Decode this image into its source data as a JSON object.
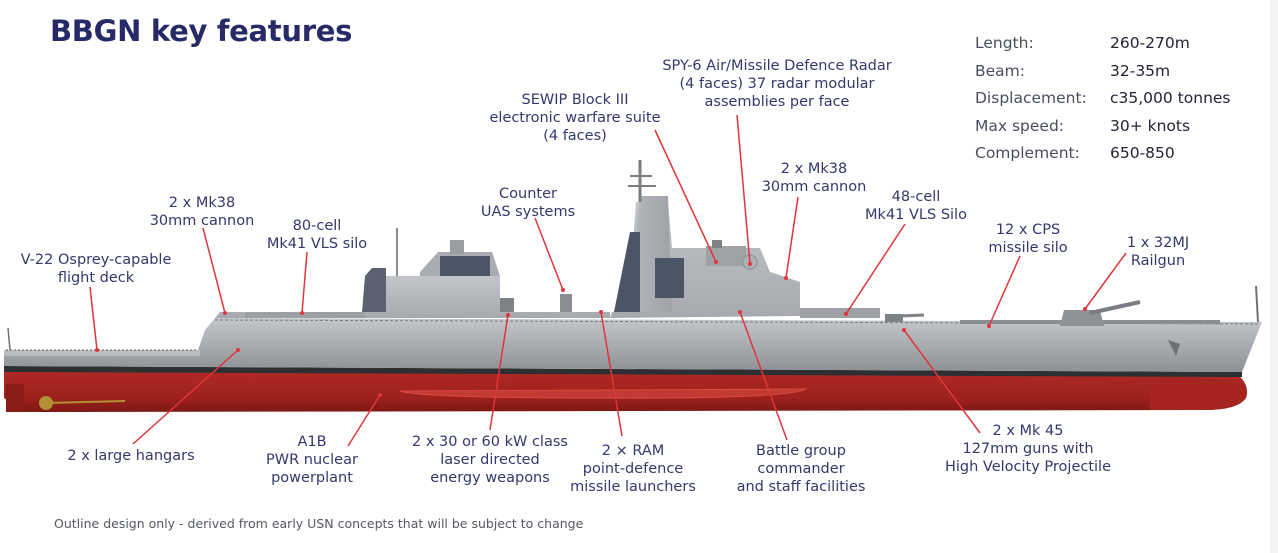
{
  "title": "BBGN key features",
  "specs": [
    {
      "label": "Length:",
      "value": "260-270m"
    },
    {
      "label": "Beam:",
      "value": "32-35m"
    },
    {
      "label": "Displacement:",
      "value": "c35,000 tonnes"
    },
    {
      "label": "Max speed:",
      "value": "30+ knots"
    },
    {
      "label": "Complement:",
      "value": "650-850"
    }
  ],
  "labels": {
    "spy6": [
      "SPY-6 Air/Missile Defence Radar",
      "(4 faces) 37 radar modular",
      "assemblies per face"
    ],
    "sewip": [
      "SEWIP Block III",
      "electronic warfare suite",
      "(4 faces)"
    ],
    "mk38_fwd": [
      "2 x Mk38",
      "30mm cannon"
    ],
    "vls48": [
      "48-cell",
      "Mk41 VLS Silo"
    ],
    "counter_uas": [
      "Counter",
      "UAS systems"
    ],
    "mk38_aft": [
      "2 x Mk38",
      "30mm cannon"
    ],
    "vls80": [
      "80-cell",
      "Mk41 VLS silo"
    ],
    "cps": [
      "12 x CPS",
      "missile silo"
    ],
    "railgun": [
      "1 x 32MJ",
      "Railgun"
    ],
    "flight_deck": [
      "V-22 Osprey-capable",
      "flight deck"
    ],
    "hangars": [
      "2 x large hangars"
    ],
    "a1b": [
      "A1B",
      "PWR nuclear",
      "powerplant"
    ],
    "laser": [
      "2 x 30 or 60 kW class",
      "laser directed",
      "energy weapons"
    ],
    "ram": [
      "2 × RAM",
      "point-defence",
      "missile launchers"
    ],
    "battle_group": [
      "Battle group",
      "commander",
      "and staff facilities"
    ],
    "mk45": [
      "2 x Mk 45",
      "127mm guns with",
      "High Velocity Projectile"
    ]
  },
  "footer": "Outline design only - derived from early USN concepts that will be subject to change",
  "colors": {
    "title": "#262a66",
    "label_text": "#34386a",
    "leader_line": "#e0353a",
    "hull_red": "#a92622",
    "hull_grey": "#a7aaae",
    "superstructure": "#b4b7bb",
    "radar_face": "#4a5566"
  }
}
